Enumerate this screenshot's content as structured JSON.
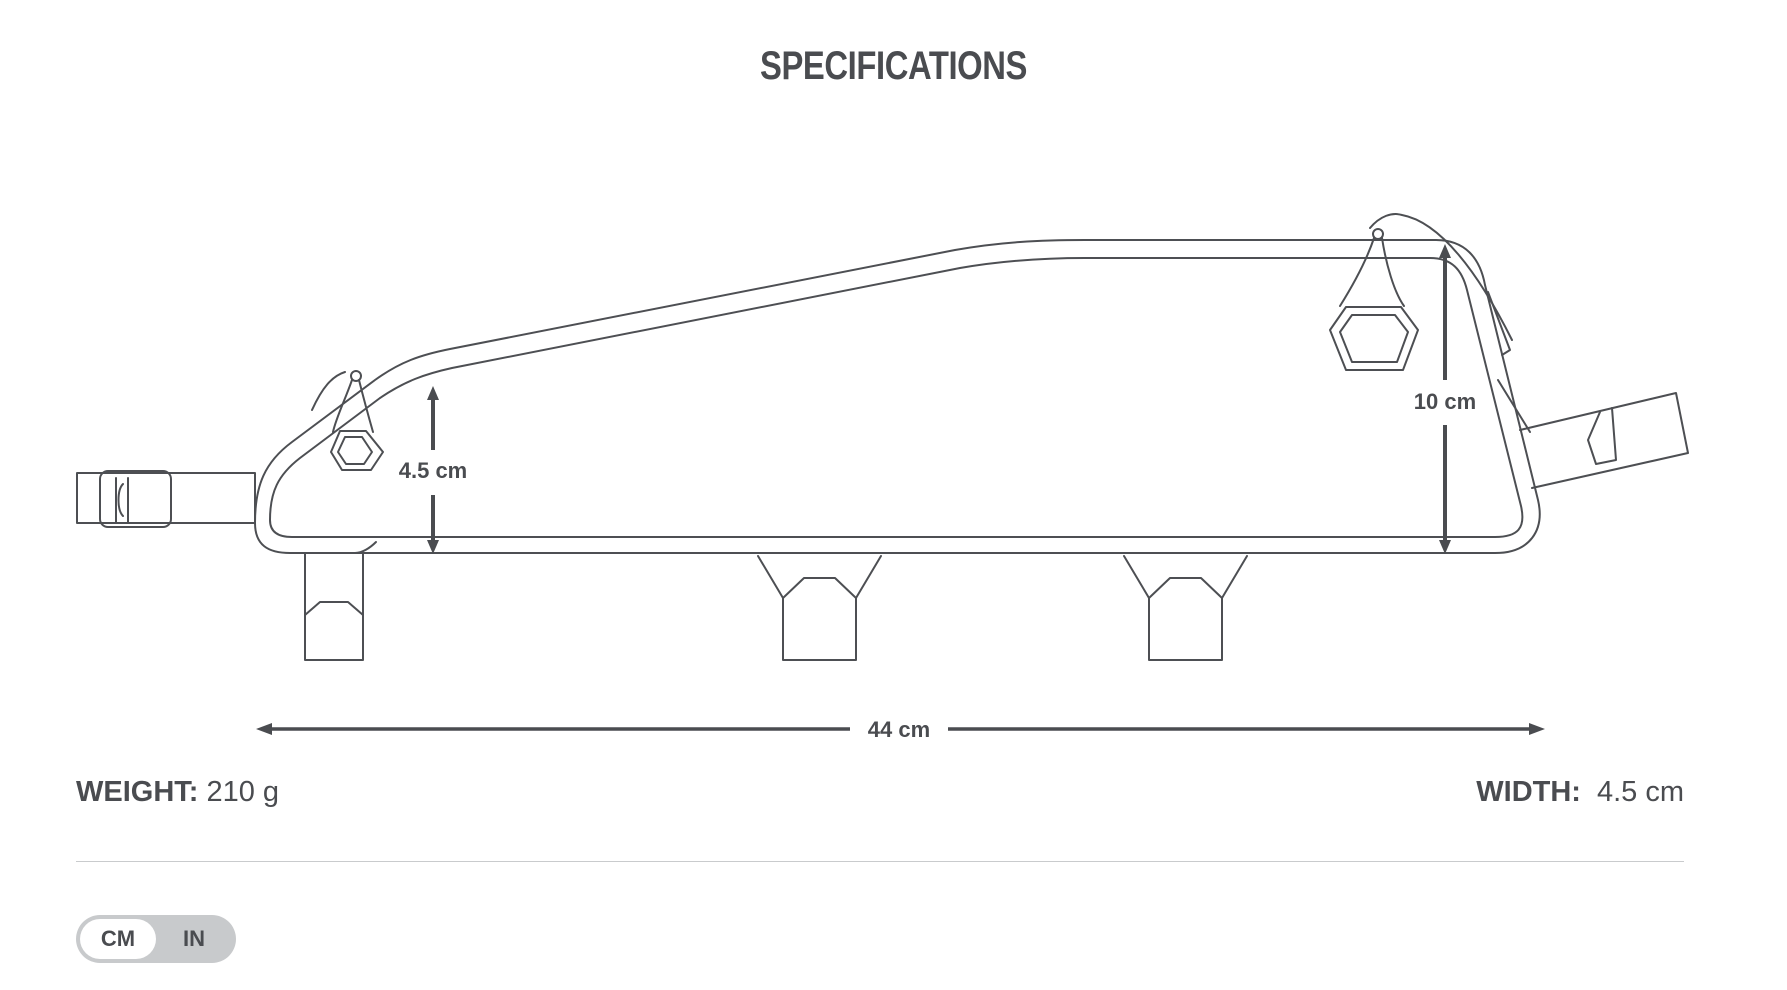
{
  "header": {
    "title": "SPECIFICATIONS"
  },
  "diagram": {
    "subject": "frame bag side profile",
    "dimensions": {
      "rear_height": "4.5 cm",
      "front_height": "10 cm",
      "length": "44 cm"
    }
  },
  "specs": {
    "weight_label": "WEIGHT:",
    "weight_value": "210 g",
    "width_label": "WIDTH:",
    "width_value": "4.5 cm"
  },
  "unit_toggle": {
    "options": [
      "CM",
      "IN"
    ],
    "selected": "CM"
  },
  "colors": {
    "text": "#4a4c50",
    "line": "#4d4f53",
    "toggle_track": "#c8cacc",
    "divider": "#c9cbcd"
  }
}
